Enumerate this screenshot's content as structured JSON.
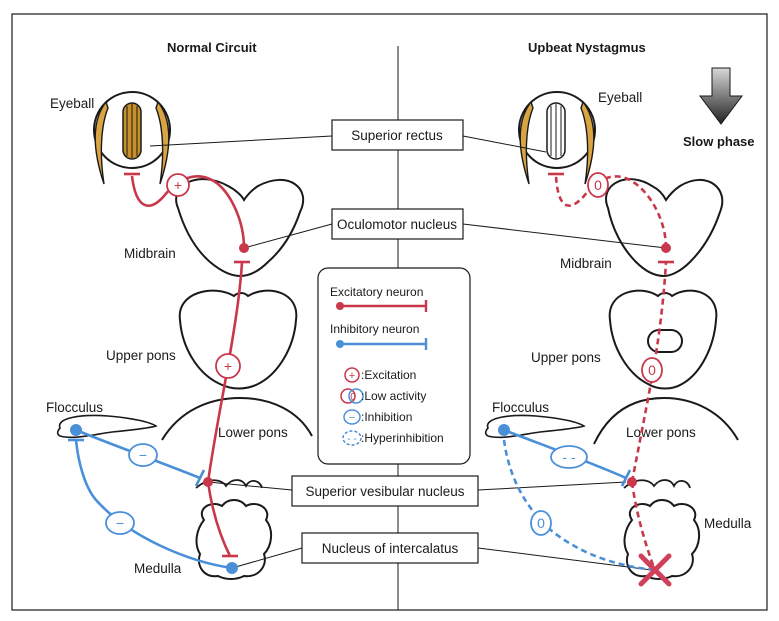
{
  "titles": {
    "left": "Normal Circuit",
    "right": "Upbeat Nystagmus"
  },
  "labels": {
    "eyeball_left": "Eyeball",
    "eyeball_right": "Eyeball",
    "slow_phase": "Slow phase",
    "midbrain_left": "Midbrain",
    "midbrain_right": "Midbrain",
    "upper_pons_left": "Upper pons",
    "upper_pons_right": "Upper pons",
    "lower_pons_left": "Lower pons",
    "lower_pons_right": "Lower pons",
    "flocculus_left": "Flocculus",
    "flocculus_right": "Flocculus",
    "medulla_left": "Medulla",
    "medulla_right": "Medulla"
  },
  "boxes": {
    "superior_rectus": "Superior rectus",
    "oculomotor_nucleus": "Oculomotor nucleus",
    "superior_vestibular_nucleus": "Superior vesibular nucleus",
    "nucleus_of_intercalatus": "Nucleus of intercalatus"
  },
  "legend": {
    "excitatory": "Excitatory neuron",
    "inhibitory": "Inhibitory neuron",
    "excitation": ":Excitation",
    "low_activity": ":Low activity",
    "inhibition": ":Inhibition",
    "hyperinhibition": ":Hyperinhibition"
  },
  "signs": {
    "plus": "+",
    "minus": "−",
    "zero": "0",
    "dashes": "- -"
  },
  "colors": {
    "excitatory": "#c8384a",
    "inhibitory": "#4a90d9",
    "eye_stripes": "#c8902a",
    "lid": "#d9a441"
  }
}
